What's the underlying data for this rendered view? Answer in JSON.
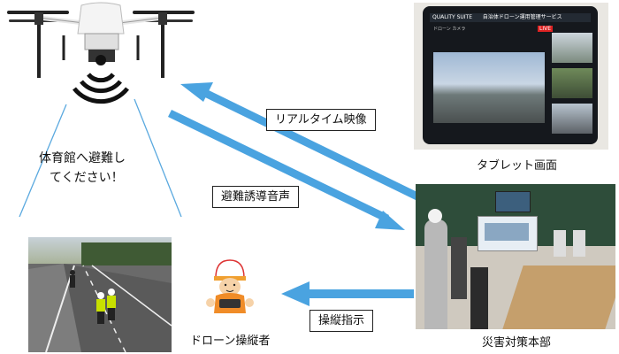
{
  "speech": {
    "line1": "体育館へ避難し",
    "line2": "てください！"
  },
  "arrows": {
    "realtime_video": "リアルタイム映像",
    "evacuation_voice": "避難誘導音声",
    "control_instruction": "操縦指示"
  },
  "captions": {
    "tablet": "タブレット画面",
    "operator": "ドローン操縦者",
    "hq": "災害対策本部"
  },
  "tablet_screen": {
    "brand": "QUALITY SUITE",
    "title": "自治体ドローン運用管理サービス",
    "sub": "ドローン カメラ",
    "live": "LIVE"
  },
  "colors": {
    "arrow": "#4aa3e0",
    "beam": "#5aa9df"
  }
}
